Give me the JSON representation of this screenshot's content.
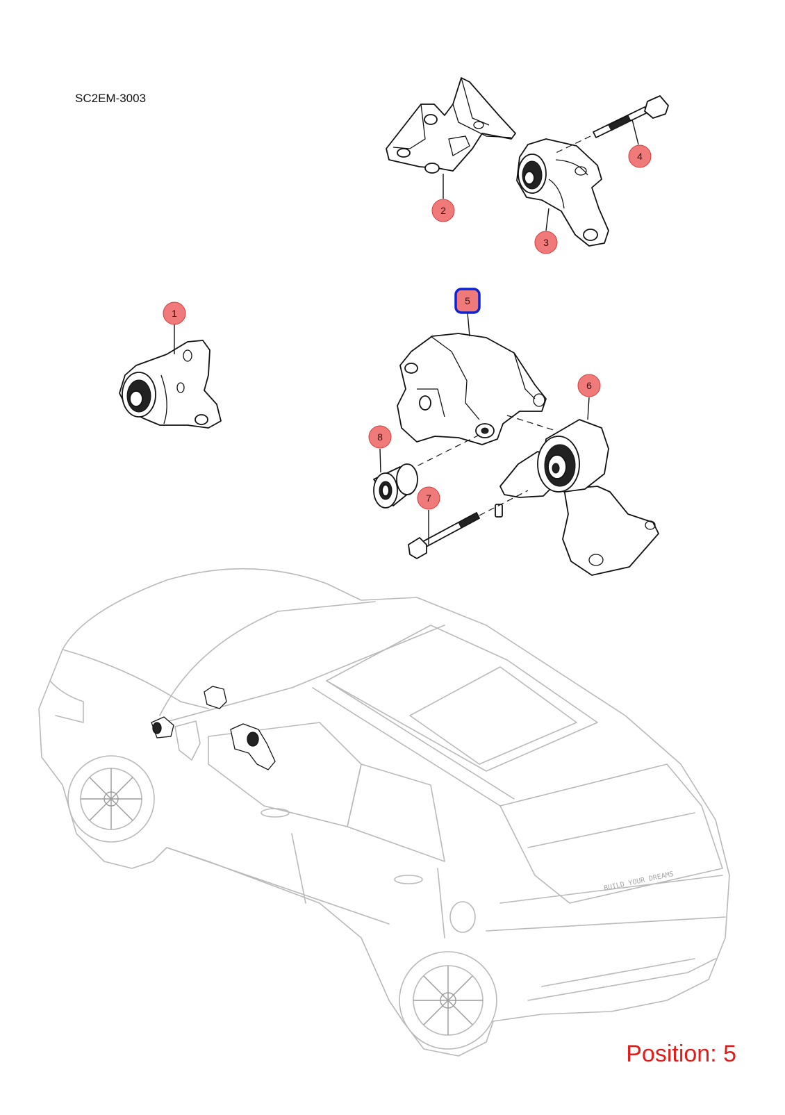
{
  "diagram": {
    "code": "SC2EM-3003",
    "position_label": "Position: 5",
    "colors": {
      "callout_fill": "#f07a7a",
      "callout_stroke": "#d33a3a",
      "selected_stroke": "#0a24d6",
      "position_text": "#e21b1b",
      "line": "#111111",
      "car_outline": "#b9b9b9"
    },
    "callouts": [
      {
        "number": "1",
        "selected": false
      },
      {
        "number": "2",
        "selected": false
      },
      {
        "number": "3",
        "selected": false
      },
      {
        "number": "4",
        "selected": false
      },
      {
        "number": "5",
        "selected": true
      },
      {
        "number": "6",
        "selected": false
      },
      {
        "number": "7",
        "selected": false
      },
      {
        "number": "8",
        "selected": false
      }
    ],
    "car_badge": "BUILD YOUR DREAMS"
  }
}
